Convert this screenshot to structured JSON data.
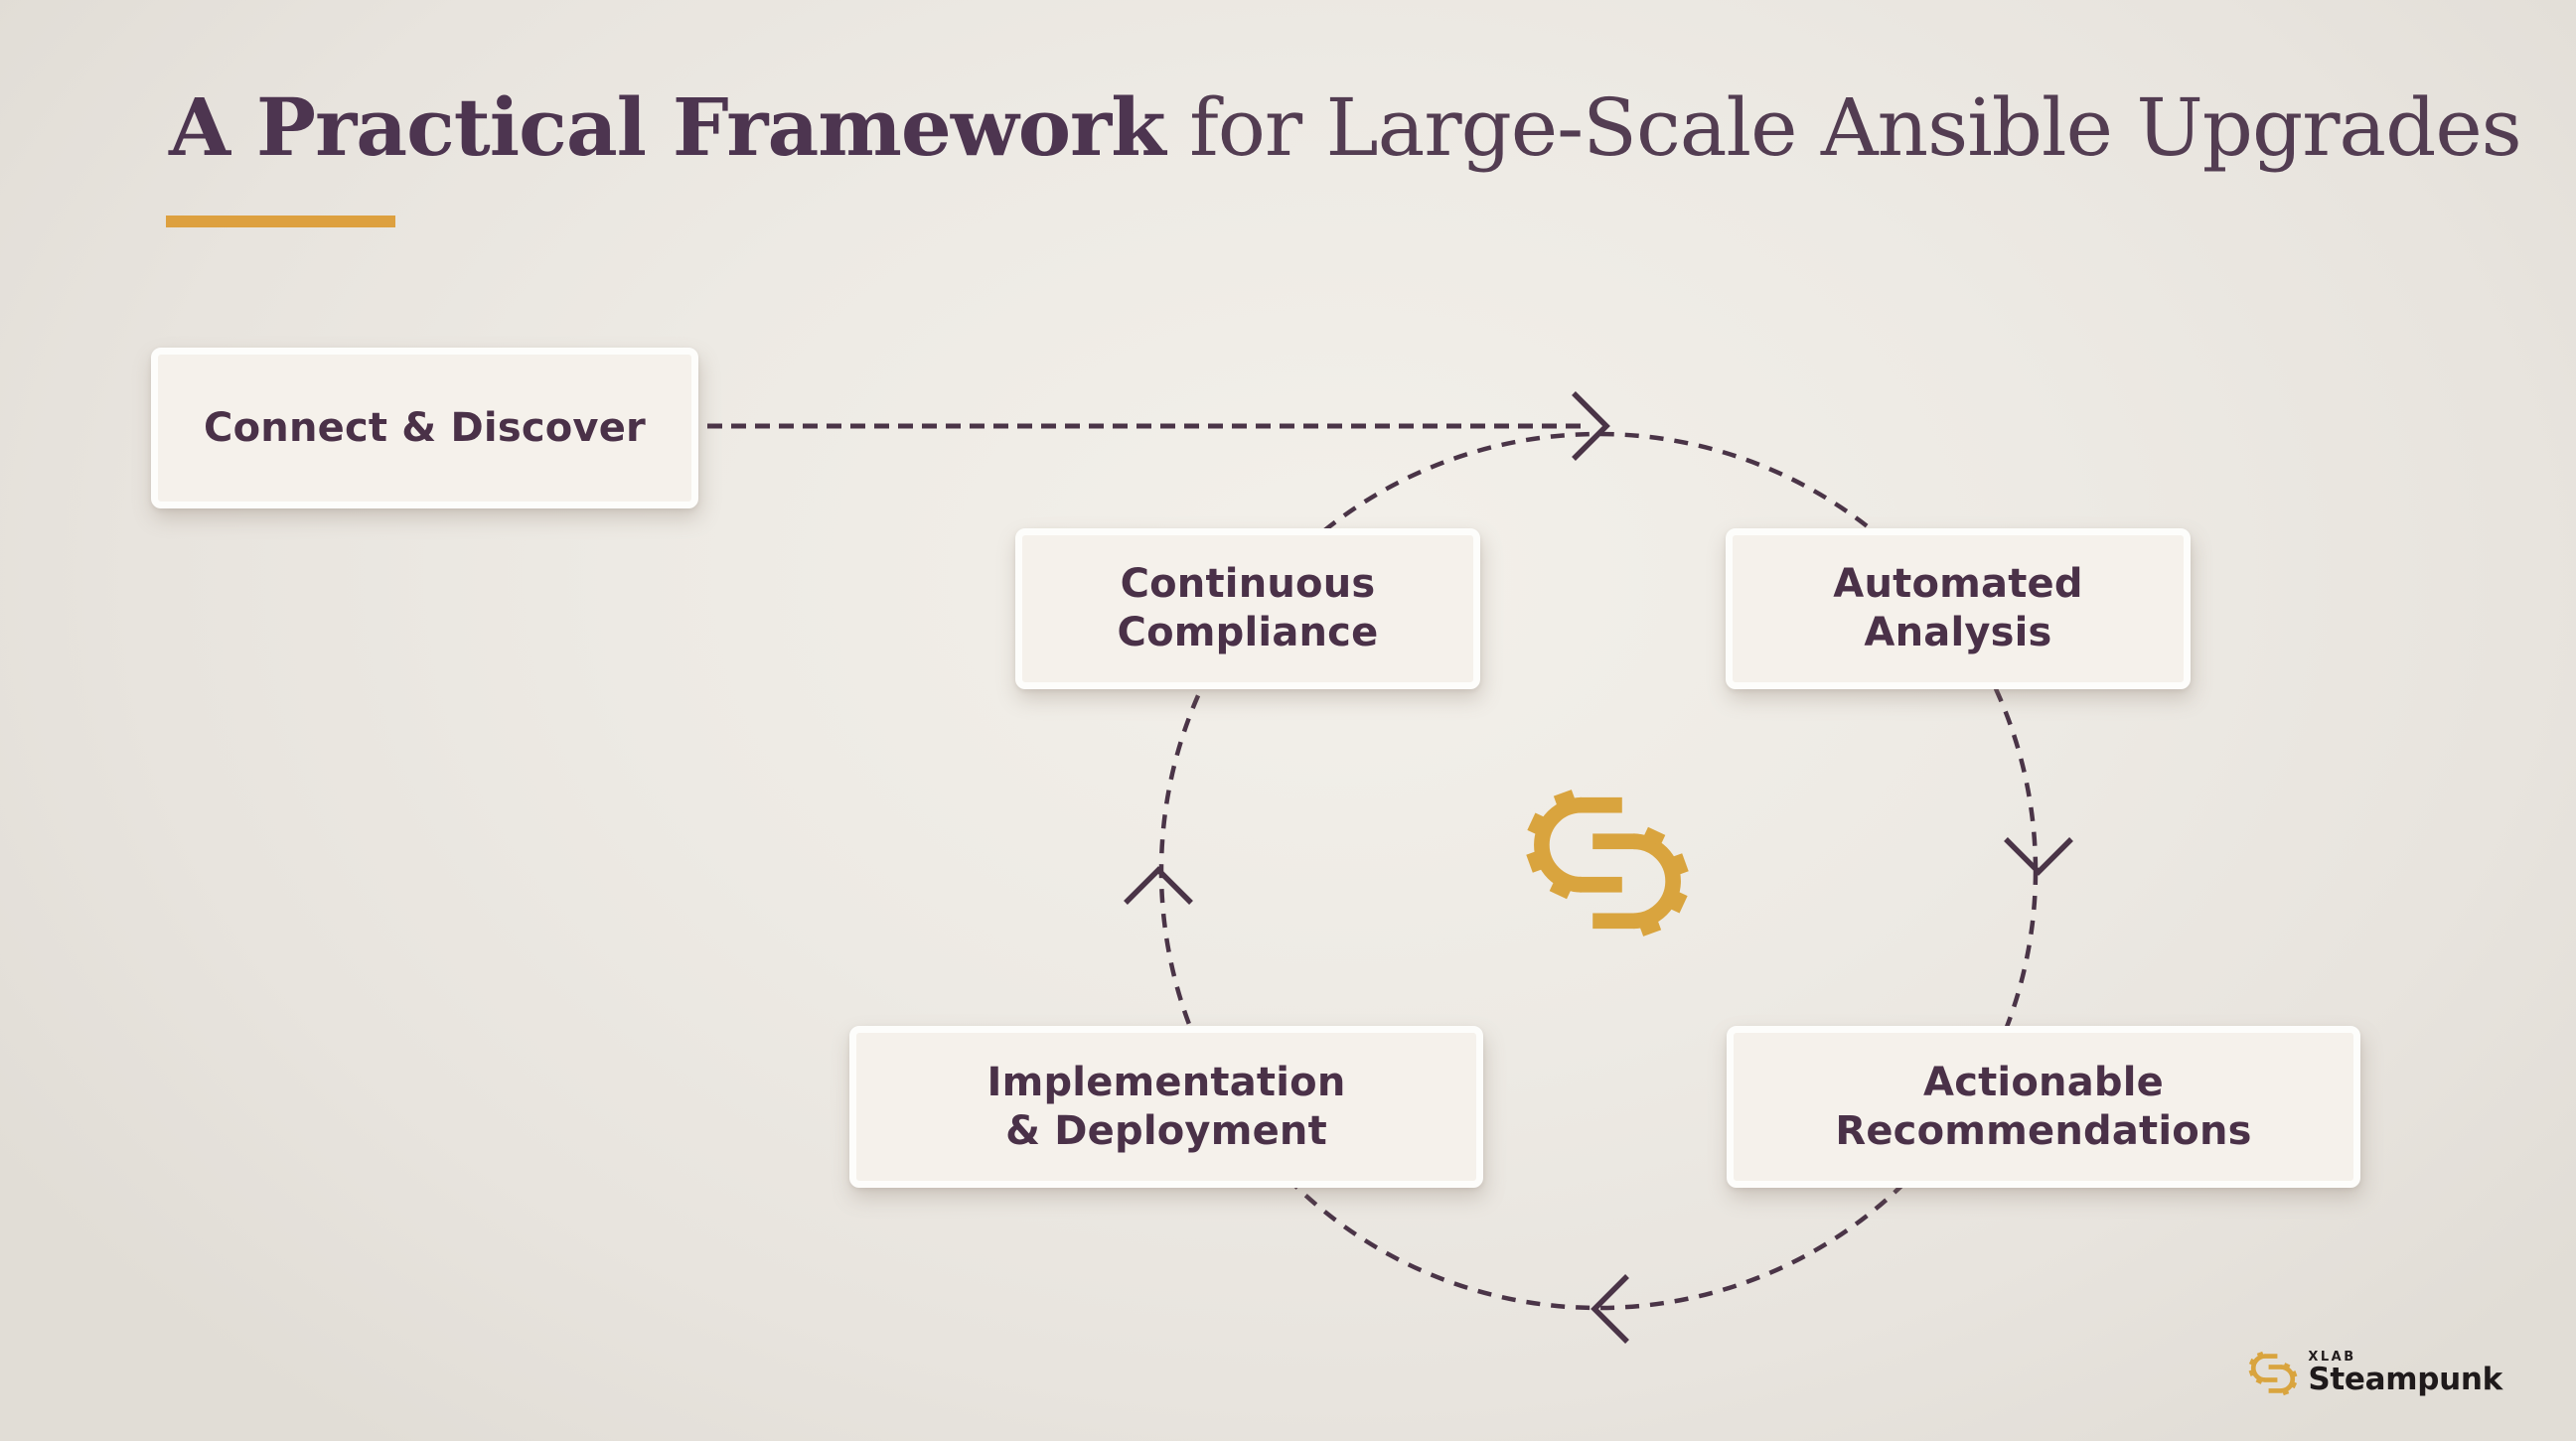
{
  "title": {
    "emphasis": "A Practical Framework",
    "rest": "for Large-Scale Ansible Upgrades"
  },
  "colors": {
    "accent_gold": "#DDA03F",
    "gear_gold": "#D9A43E",
    "ink_purple": "#4A3148",
    "dash_purple": "#4A3447",
    "box_fill": "#F5F1EB",
    "box_border": "#FDFDFB",
    "background": "#EDEAE4",
    "logo_black": "#1F1A1B"
  },
  "diagram": {
    "flow_direction": "clockwise",
    "start_box": {
      "label": "Connect & Discover"
    },
    "cycle_boxes": [
      {
        "id": "continuous-compliance",
        "lines": [
          "Continuous",
          "Compliance"
        ]
      },
      {
        "id": "automated-analysis",
        "lines": [
          "Automated",
          "Analysis"
        ]
      },
      {
        "id": "actionable-recommendations",
        "lines": [
          "Actionable",
          "Recommendations"
        ]
      },
      {
        "id": "implementation-deployment",
        "lines": [
          "Implementation",
          "& Deployment"
        ]
      }
    ],
    "center_icon": "steampunk-gear"
  },
  "logo": {
    "brand_top": "XLAB",
    "brand_bottom": "Steampunk"
  }
}
